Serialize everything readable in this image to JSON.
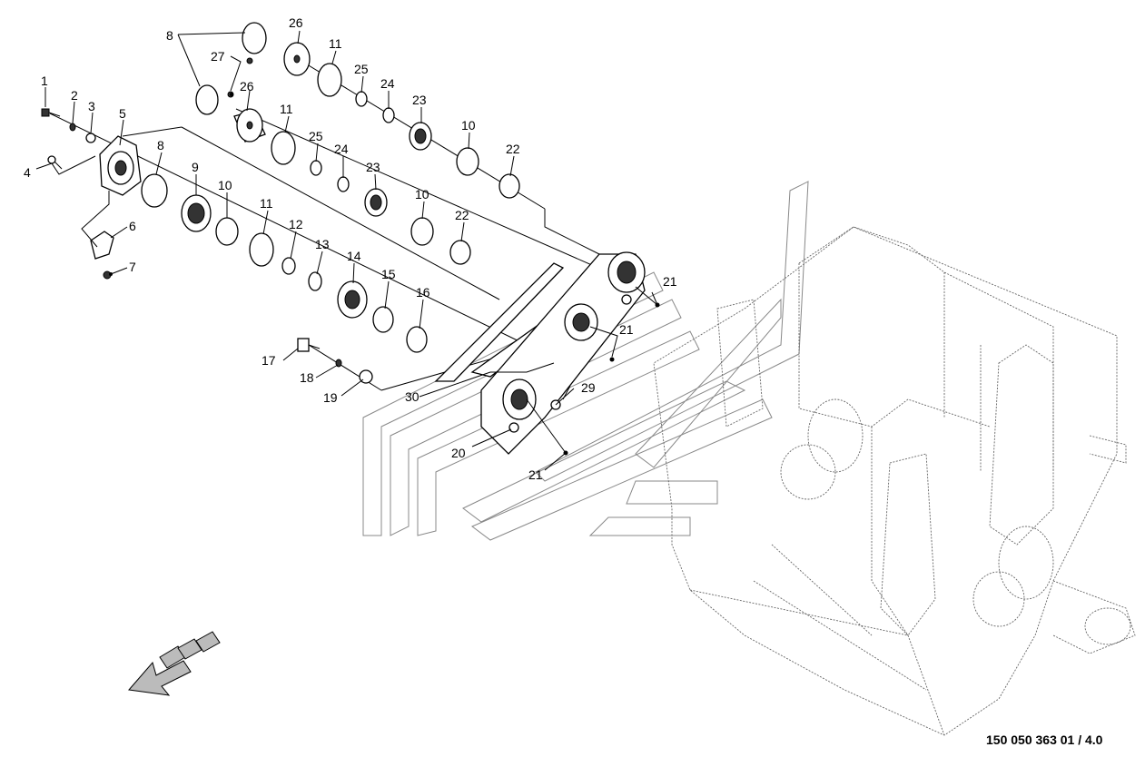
{
  "document_number": "150 050 363 01 / 4.0",
  "callouts": [
    {
      "id": "c1",
      "text": "1"
    },
    {
      "id": "c2",
      "text": "2"
    },
    {
      "id": "c3",
      "text": "3"
    },
    {
      "id": "c4",
      "text": "4"
    },
    {
      "id": "c5",
      "text": "5"
    },
    {
      "id": "c6",
      "text": "6"
    },
    {
      "id": "c7",
      "text": "7"
    },
    {
      "id": "c8a",
      "text": "8"
    },
    {
      "id": "c8b",
      "text": "8"
    },
    {
      "id": "c9",
      "text": "9"
    },
    {
      "id": "c10a",
      "text": "10"
    },
    {
      "id": "c10b",
      "text": "10"
    },
    {
      "id": "c10c",
      "text": "10"
    },
    {
      "id": "c11a",
      "text": "11"
    },
    {
      "id": "c11b",
      "text": "11"
    },
    {
      "id": "c11c",
      "text": "11"
    },
    {
      "id": "c12",
      "text": "12"
    },
    {
      "id": "c13",
      "text": "13"
    },
    {
      "id": "c14",
      "text": "14"
    },
    {
      "id": "c15",
      "text": "15"
    },
    {
      "id": "c16",
      "text": "16"
    },
    {
      "id": "c17",
      "text": "17"
    },
    {
      "id": "c18",
      "text": "18"
    },
    {
      "id": "c19",
      "text": "19"
    },
    {
      "id": "c20",
      "text": "20"
    },
    {
      "id": "c21a",
      "text": "21"
    },
    {
      "id": "c21b",
      "text": "21"
    },
    {
      "id": "c21c",
      "text": "21"
    },
    {
      "id": "c22a",
      "text": "22"
    },
    {
      "id": "c22b",
      "text": "22"
    },
    {
      "id": "c23a",
      "text": "23"
    },
    {
      "id": "c23b",
      "text": "23"
    },
    {
      "id": "c24a",
      "text": "24"
    },
    {
      "id": "c24b",
      "text": "24"
    },
    {
      "id": "c25a",
      "text": "25"
    },
    {
      "id": "c25b",
      "text": "25"
    },
    {
      "id": "c26a",
      "text": "26"
    },
    {
      "id": "c26b",
      "text": "26"
    },
    {
      "id": "c27",
      "text": "27"
    },
    {
      "id": "c29",
      "text": "29"
    },
    {
      "id": "c30",
      "text": "30"
    }
  ]
}
